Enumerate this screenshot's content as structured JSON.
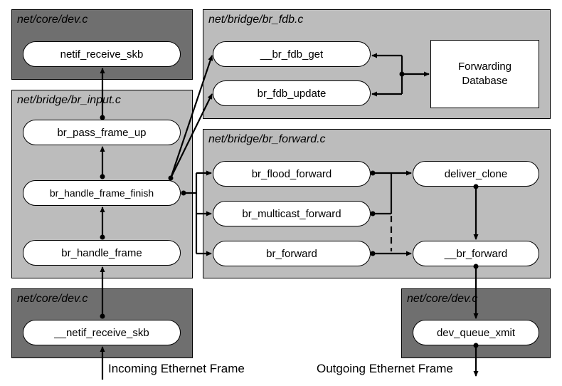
{
  "boxes": {
    "dev_top": "net/core/dev.c",
    "br_input": "net/bridge/br_input.c",
    "br_fdb": "net/bridge/br_fdb.c",
    "br_forward": "net/bridge/br_forward.c",
    "dev_bottom_left": "net/core/dev.c",
    "dev_bottom_right": "net/core/dev.c"
  },
  "functions": {
    "netif_receive_skb": "netif_receive_skb",
    "br_pass_frame_up": "br_pass_frame_up",
    "br_handle_frame_finish": "br_handle_frame_finish",
    "br_handle_frame": "br_handle_frame",
    "netif_receive_skb_internal": "__netif_receive_skb",
    "br_fdb_get": "__br_fdb_get",
    "br_fdb_update": "br_fdb_update",
    "br_flood_forward": "br_flood_forward",
    "br_multicast_forward": "br_multicast_forward",
    "br_forward": "br_forward",
    "deliver_clone": "deliver_clone",
    "br_forward_internal": "__br_forward",
    "dev_queue_xmit": "dev_queue_xmit"
  },
  "fdb": {
    "line1": "Forwarding",
    "line2": "Database"
  },
  "captions": {
    "incoming": "Incoming Ethernet Frame",
    "outgoing": "Outgoing Ethernet Frame"
  },
  "colors": {
    "dark_box": "#6f6f6f",
    "light_box": "#bcbcbc",
    "node_fill": "#ffffff",
    "line": "#000000"
  }
}
